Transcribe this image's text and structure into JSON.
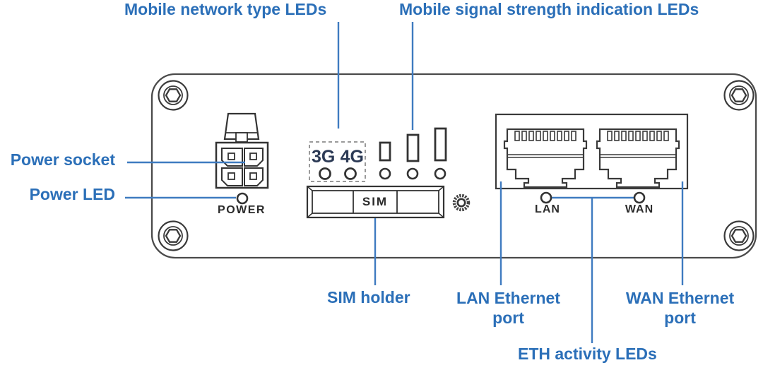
{
  "colors": {
    "callout_blue": "#2b6fb8",
    "leader_line_blue": "#3f7bc0",
    "artwork_dark": "#3a3a3a",
    "panel_outline_gray": "#4a4a4a",
    "network_type_text": "#2c3a55"
  },
  "callouts": {
    "mobile_network_type_leds": "Mobile network type LEDs",
    "mobile_signal_strength_leds": "Mobile signal strength indication LEDs",
    "power_socket": "Power socket",
    "power_led": "Power LED",
    "sim_holder": "SIM holder",
    "lan_ethernet_port": {
      "line1": "LAN Ethernet",
      "line2": "port"
    },
    "wan_ethernet_port": {
      "line1": "WAN Ethernet",
      "line2": "port"
    },
    "eth_activity_leds": "ETH activity LEDs"
  },
  "panel_markings": {
    "power": "POWER",
    "network_type_leds": [
      "3G",
      "4G"
    ],
    "sim": "SIM",
    "lan": "LAN",
    "wan": "WAN"
  }
}
